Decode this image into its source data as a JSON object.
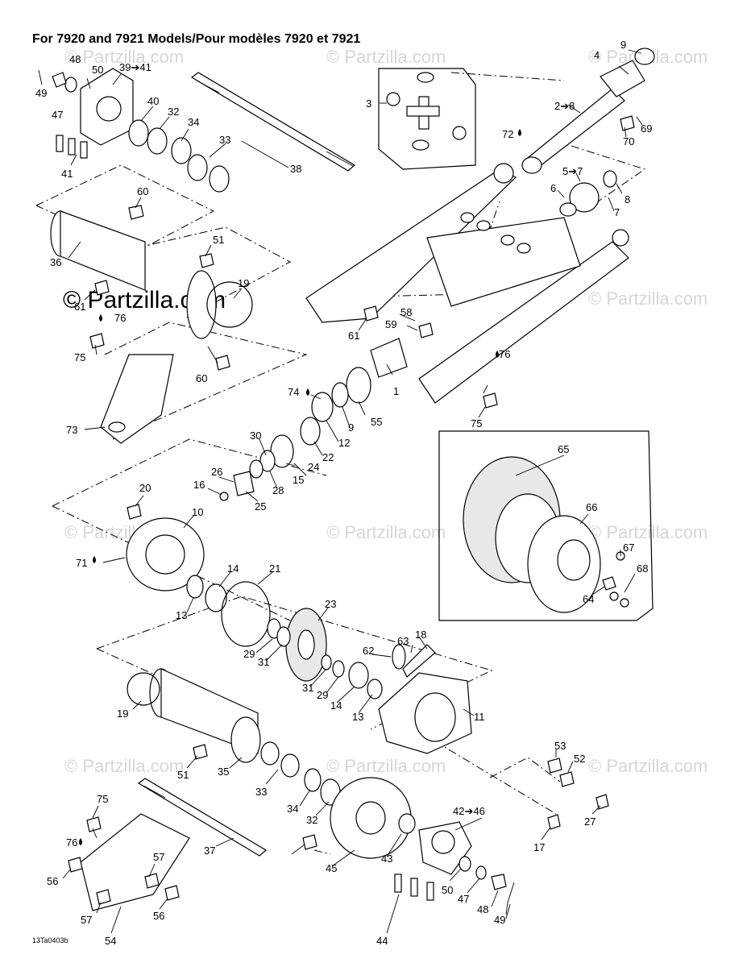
{
  "header": {
    "title": "For 7920 and 7921 Models/Pour modèles 7920 et 7921"
  },
  "footer": {
    "ref": "13Ta0403b"
  },
  "watermark": {
    "text": "© Partzilla.com"
  },
  "callouts": {
    "c1": "1",
    "c2_8": "2➔8",
    "c3": "3",
    "c4": "4",
    "c5_7": "5➔7",
    "c6": "6",
    "c7": "7",
    "c8": "8",
    "c9": "9",
    "c9b": "9",
    "c10": "10",
    "c11": "11",
    "c12": "12",
    "c13a": "13",
    "c13b": "13",
    "c14a": "14",
    "c14b": "14",
    "c15": "15",
    "c16": "16",
    "c17": "17",
    "c18": "18",
    "c19a": "19",
    "c19b": "19",
    "c20": "20",
    "c21": "21",
    "c22": "22",
    "c23": "23",
    "c24": "24",
    "c25": "25",
    "c26": "26",
    "c27": "27",
    "c28": "28",
    "c29a": "29",
    "c29b": "29",
    "c30": "30",
    "c31a": "31",
    "c31b": "31",
    "c32a": "32",
    "c32b": "32",
    "c33a": "33",
    "c33b": "33",
    "c34a": "34",
    "c34b": "34",
    "c35": "35",
    "c36": "36",
    "c37": "37",
    "c38": "38",
    "c39_41": "39➔41",
    "c40": "40",
    "c41": "41",
    "c42_46": "42➔46",
    "c43": "43",
    "c44": "44",
    "c45": "45",
    "c47a": "47",
    "c47b": "47",
    "c48a": "48",
    "c48b": "48",
    "c49a": "49",
    "c49b": "49",
    "c50a": "50",
    "c50b": "50",
    "c51a": "51",
    "c51b": "51",
    "c52": "52",
    "c53": "53",
    "c54": "54",
    "c55": "55",
    "c56a": "56",
    "c56b": "56",
    "c57a": "57",
    "c57b": "57",
    "c58": "58",
    "c59": "59",
    "c60a": "60",
    "c60b": "60",
    "c61a": "61",
    "c61b": "61",
    "c62": "62",
    "c63": "63",
    "c64": "64",
    "c65": "65",
    "c66": "66",
    "c67": "67",
    "c68": "68",
    "c69": "69",
    "c70": "70",
    "c71": "71",
    "c72": "72",
    "c73": "73",
    "c74": "74",
    "c75a": "75",
    "c75b": "75",
    "c75c": "75",
    "c76a": "76",
    "c76b": "76",
    "c76c": "76"
  }
}
